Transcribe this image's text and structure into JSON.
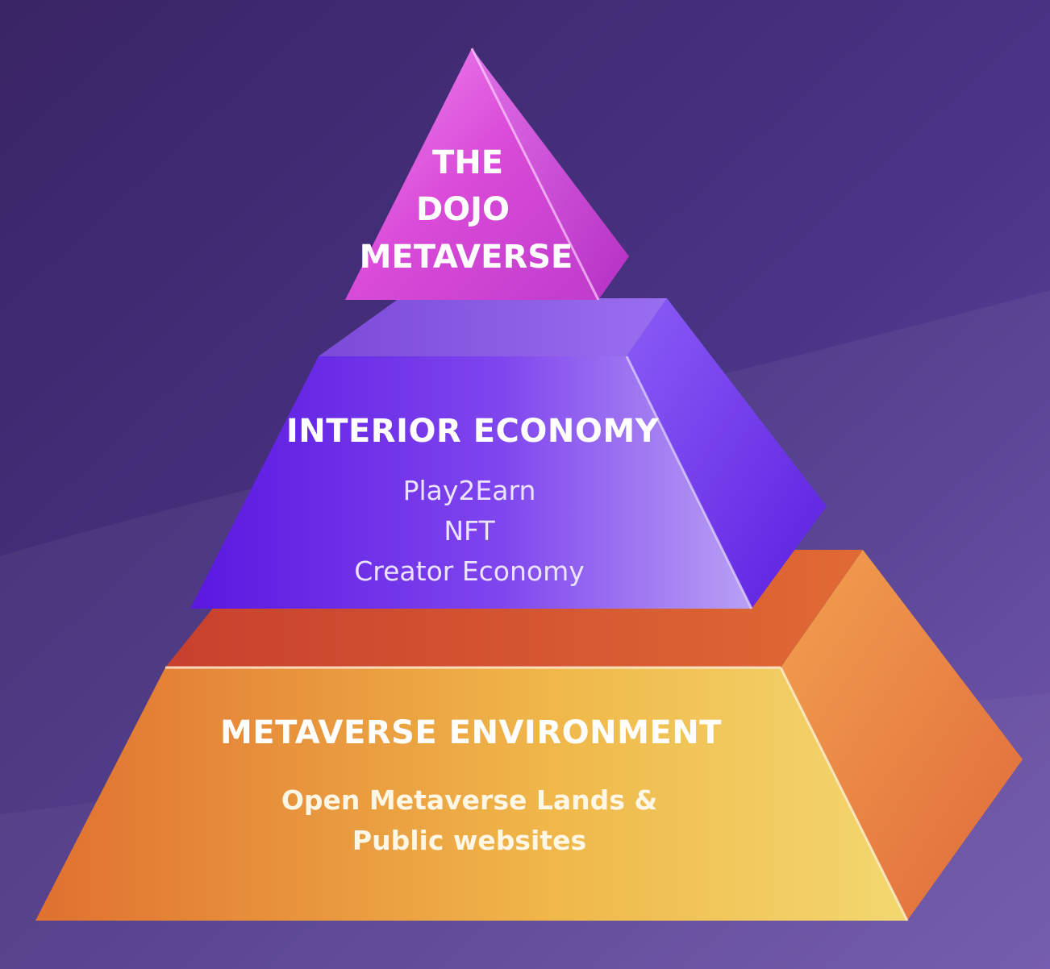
{
  "pyramid": {
    "top": {
      "lines": [
        "THE",
        "DOJO",
        "METAVERSE"
      ]
    },
    "middle": {
      "title": "INTERIOR ECONOMY",
      "items": [
        "Play2Earn",
        "NFT",
        "Creator Economy"
      ]
    },
    "bottom": {
      "title": "METAVERSE ENVIRONMENT",
      "lines": [
        "Open Metaverse Lands &",
        "Public websites"
      ]
    }
  },
  "colors": {
    "background": "#3f2a6e",
    "top_tier": "#d844d8",
    "middle_tier": "#6a24e8",
    "bottom_tier": "#e8902e"
  }
}
